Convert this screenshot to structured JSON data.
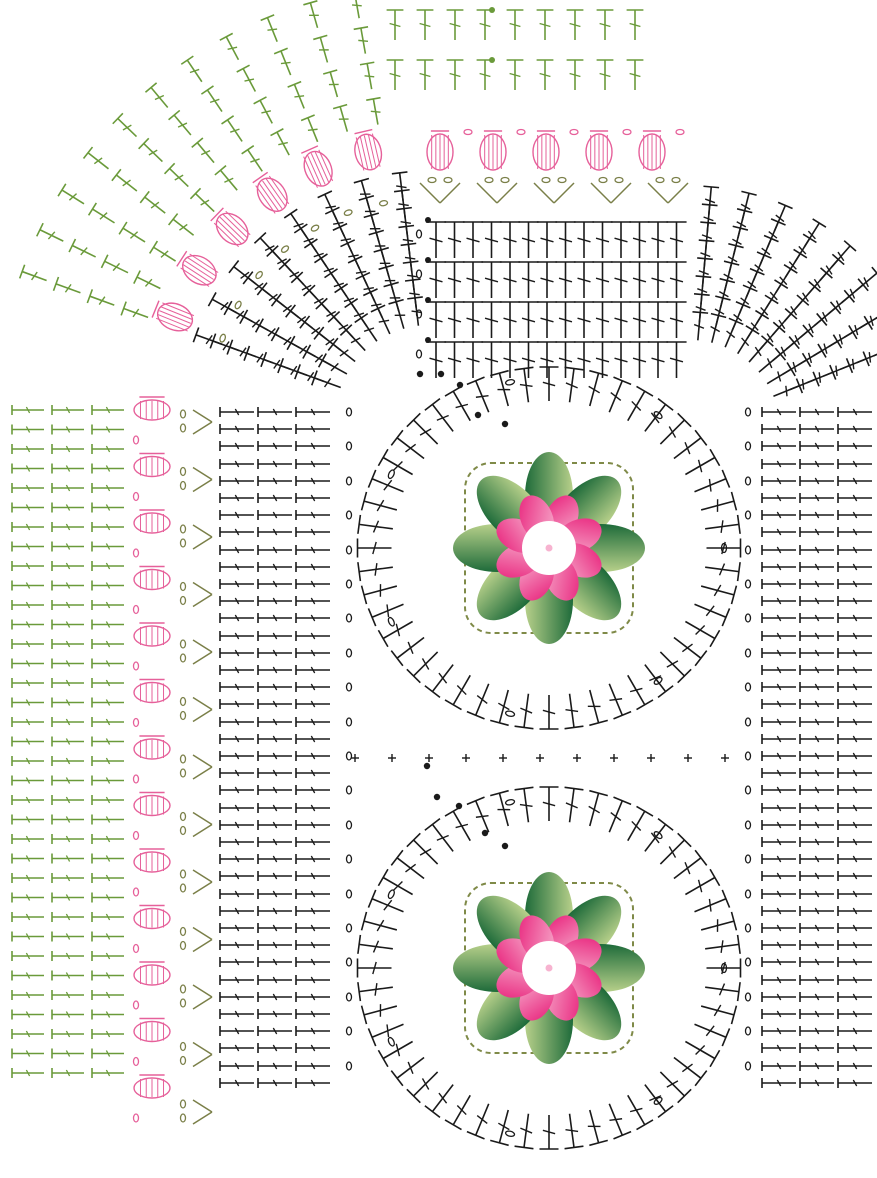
{
  "diagram": {
    "kind": "crochet stitch chart",
    "background": "#ffffff",
    "colors": {
      "rows_black": "#1a1a1a",
      "rows_green": "#6a9a3a",
      "rows_olive": "#7a7f48",
      "rows_pink": "#e6609a",
      "petal_dark_green": "#1e6b3a",
      "petal_light_green": "#b7d08a",
      "petal_pink": "#e8207a",
      "petal_light_pink": "#f7b3d0",
      "flower_center": "#ffffff",
      "frame_dashed": "#7f8a48"
    },
    "motifs": [
      {
        "name": "flower-motif-top",
        "petals": 8
      },
      {
        "name": "flower-motif-bottom",
        "petals": 8
      }
    ],
    "stitch_symbols": [
      "double-crochet-icon",
      "chain-icon",
      "slip-stitch-icon",
      "single-crochet-icon",
      "puff-stitch-icon"
    ]
  }
}
